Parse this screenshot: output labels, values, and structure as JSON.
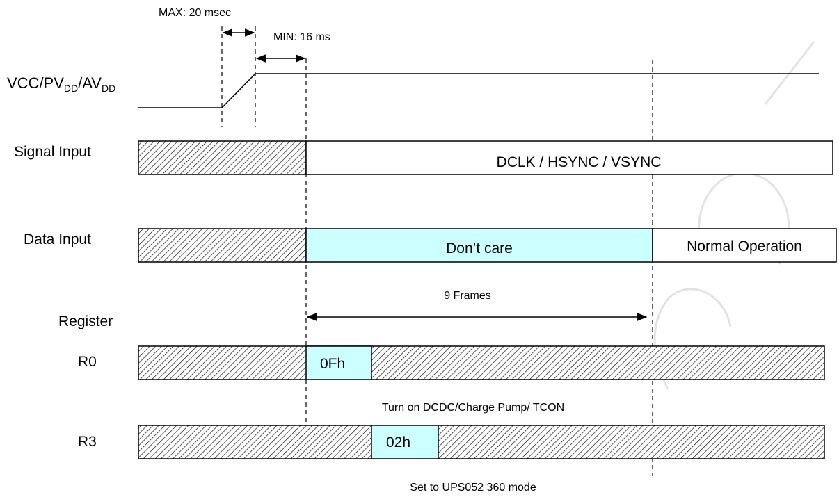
{
  "annotations": {
    "max_time": "MAX: 20 msec",
    "min_time": "MIN: 16 ms",
    "frames": "9 Frames",
    "r0_note": "Turn on DCDC/Charge Pump/ TCON",
    "r3_note": "Set to UPS052 360 mode"
  },
  "rows": {
    "power": {
      "label_main": "VCC/PV",
      "sub1": "DD",
      "mid": "/AV",
      "sub2": "DD"
    },
    "signal": {
      "label": "Signal Input",
      "text": "DCLK / HSYNC / VSYNC"
    },
    "data": {
      "label": "Data Input",
      "dont_care": "Don’t care",
      "normal": "Normal Operation"
    },
    "register_heading": "Register",
    "r0": {
      "label": "R0",
      "value": "0Fh"
    },
    "r3": {
      "label": "R3",
      "value": "02h"
    }
  },
  "colors": {
    "dont_care_fill": "#ccffff",
    "hatch": "#000000",
    "line": "#000000",
    "background": "#ffffff",
    "watermark": "#d9d9d9"
  }
}
